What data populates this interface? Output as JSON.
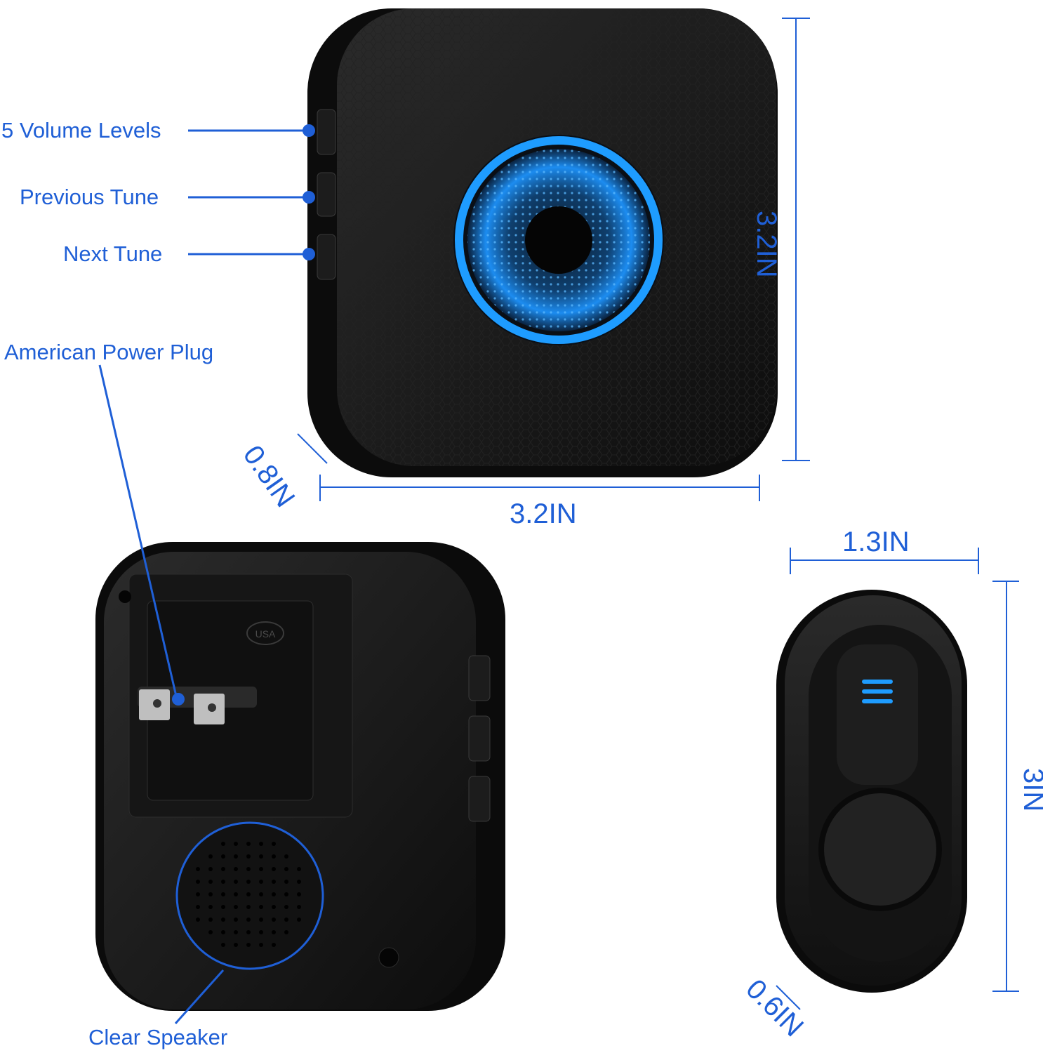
{
  "colors": {
    "accent": "#1f5fd6",
    "device_body": "#141414",
    "device_edge": "#2a2a2a",
    "glow": "#1e9cff",
    "background": "#ffffff"
  },
  "callouts": {
    "volume": "5 Volume Levels",
    "previous": "Previous Tune",
    "next": "Next Tune",
    "plug": "American Power Plug",
    "speaker": "Clear Speaker"
  },
  "dimensions": {
    "receiver_height": "3.2IN",
    "receiver_width": "3.2IN",
    "receiver_depth": "0.8IN",
    "button_width": "1.3IN",
    "button_height": "3IN",
    "button_depth": "0.6IN"
  },
  "plug_mark": "USA",
  "icons": [
    "volume-button-icon",
    "previous-tune-button-icon",
    "next-tune-button-icon",
    "push-button-icon",
    "status-led-icon"
  ]
}
